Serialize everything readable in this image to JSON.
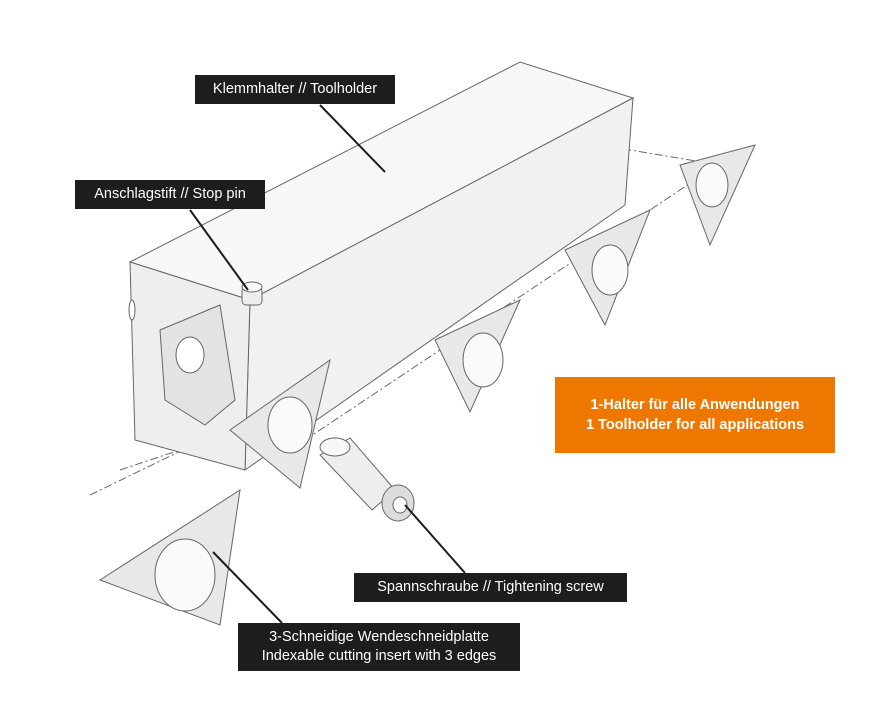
{
  "labels": {
    "toolholder": "Klemmhalter // Toolholder",
    "stop_pin": "Anschlagstift // Stop pin",
    "screw": "Spannschraube // Tightening screw",
    "insert_line1": "3-Schneidige Wendeschneidplatte",
    "insert_line2": "Indexable cutting insert with 3 edges"
  },
  "callout": {
    "line1": "1-Halter für alle Anwendungen",
    "line2": "1 Toolholder for all applications",
    "color": "#ee7700"
  },
  "label_bg_color": "#1d1d1b"
}
